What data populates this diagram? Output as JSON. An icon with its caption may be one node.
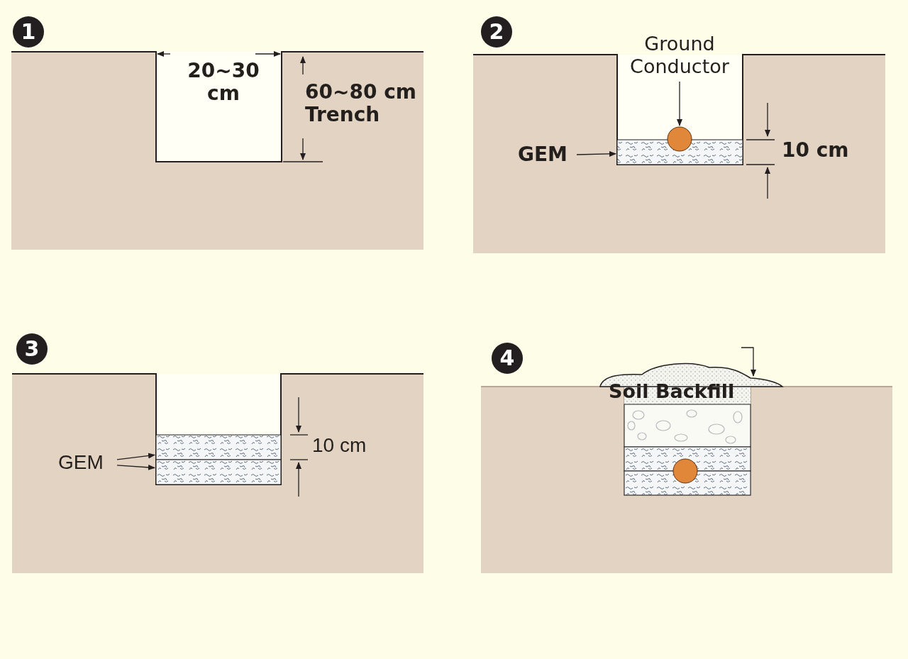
{
  "diagram": {
    "nodes": [
      {
        "text": [
          "Ground Conductor"
        ]
      },
      {
        "text": [],
        "shape": "circle"
      },
      {
        "text": [
          "GEM"
        ]
      },
      {
        "text": [],
        "shape": "box"
      },
      {
        "text": [
          "GEM"
        ]
      },
      {
        "text": [],
        "shape": "box"
      },
      {
        "text": [],
        "shape": "box"
      },
      {
        "text": [],
        "shape": "cloud"
      }
    ],
    "edges": [
      {
        "from": 0,
        "to": 1,
        "arrow": "to"
      },
      {
        "from": 2,
        "to": 3,
        "arrow": "to"
      },
      {
        "from": 4,
        "to": 5,
        "arrow": "to"
      },
      {
        "from": 4,
        "to": 6,
        "arrow": "to"
      },
      {
        "from": null,
        "to": 7,
        "arrow": "to"
      }
    ],
    "labels": [
      "1",
      "20~30 cm",
      "60~80 cm Trench",
      "2",
      "10 cm",
      "3",
      "10 cm",
      "4",
      "Soil Backfill"
    ]
  }
}
